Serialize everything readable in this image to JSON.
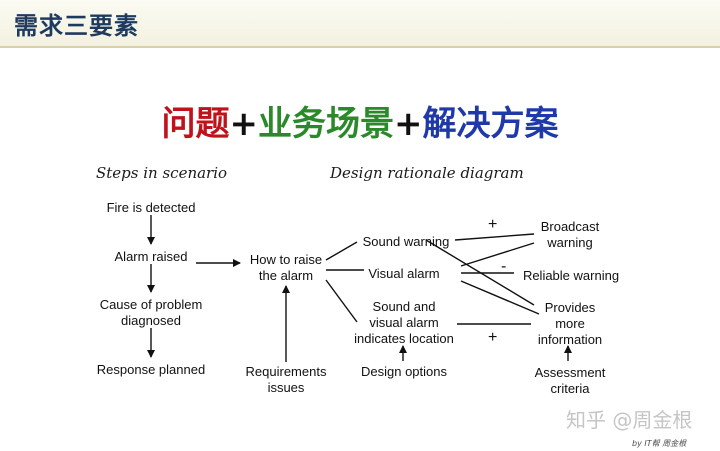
{
  "header": {
    "title": "需求三要素"
  },
  "headline": {
    "part1": "问题",
    "plus1": "+",
    "part2": "业务场景",
    "plus2": "+",
    "part3": "解决方案"
  },
  "diagram": {
    "steps_title": "Steps in scenario",
    "rationale_title": "Design rationale diagram",
    "steps": [
      "Fire is detected",
      "Alarm raised",
      "Cause of problem\ndiagnosed",
      "Response planned"
    ],
    "question": "How to raise\nthe alarm",
    "requirements": "Requirements\nissues",
    "options": [
      "Sound warning",
      "Visual alarm",
      "Sound and\nvisual alarm\nindicates location"
    ],
    "design_options": "Design options",
    "criteria": [
      "Broadcast\nwarning",
      "Reliable warning",
      "Provides\nmore\ninformation"
    ],
    "assessment": "Assessment\ncriteria",
    "signs": {
      "plus_top": "+",
      "minus": "-",
      "plus_bottom": "+"
    }
  },
  "watermark": "知乎 @周金根",
  "credit": "by IT帮 周金根",
  "colors": {
    "red": "#c0121a",
    "green": "#2a8a2a",
    "blue": "#1f3aa8",
    "title": "#1f3a5f"
  }
}
